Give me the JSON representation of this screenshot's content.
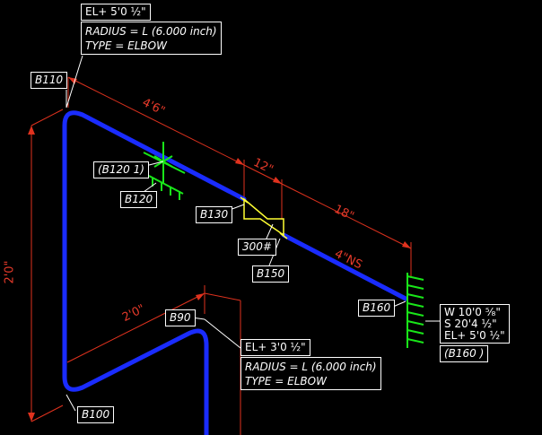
{
  "colors": {
    "pipe": "#1a2cff",
    "dimension": "#e0321e",
    "support": "#19e619",
    "valve": "#ffff33",
    "text": "#ffffff",
    "background": "#000000"
  },
  "elevation_notes": {
    "top": {
      "elevation": "EL+ 5'0 ½\"",
      "radius": "RADIUS = L (6.000 inch)",
      "type": "TYPE = ELBOW"
    },
    "bottom": {
      "elevation": "EL+ 3'0 ½\"",
      "radius": "RADIUS = L (6.000 inch)",
      "type": "TYPE = ELBOW"
    },
    "end": {
      "west": "W 10'0 ⁵⁄₈\"",
      "south": "S 20'4 ½\"",
      "elevation": "EL+ 5'0 ½\""
    }
  },
  "tags": {
    "b110": "B110",
    "b120_1": "(B120 1)",
    "b120": "B120",
    "b130": "B130",
    "flange_rating": "300#",
    "b150": "B150",
    "b160": "B160",
    "b160_paren": "(B160 )",
    "b90": "B90",
    "b100": "B100"
  },
  "dimensions": {
    "top_run": "4'6\"",
    "valve_length": "12\"",
    "after_valve": "18\"",
    "vertical": "2'0\"",
    "lower_run": "2'0\"",
    "pipe_size": "4\"NS"
  }
}
